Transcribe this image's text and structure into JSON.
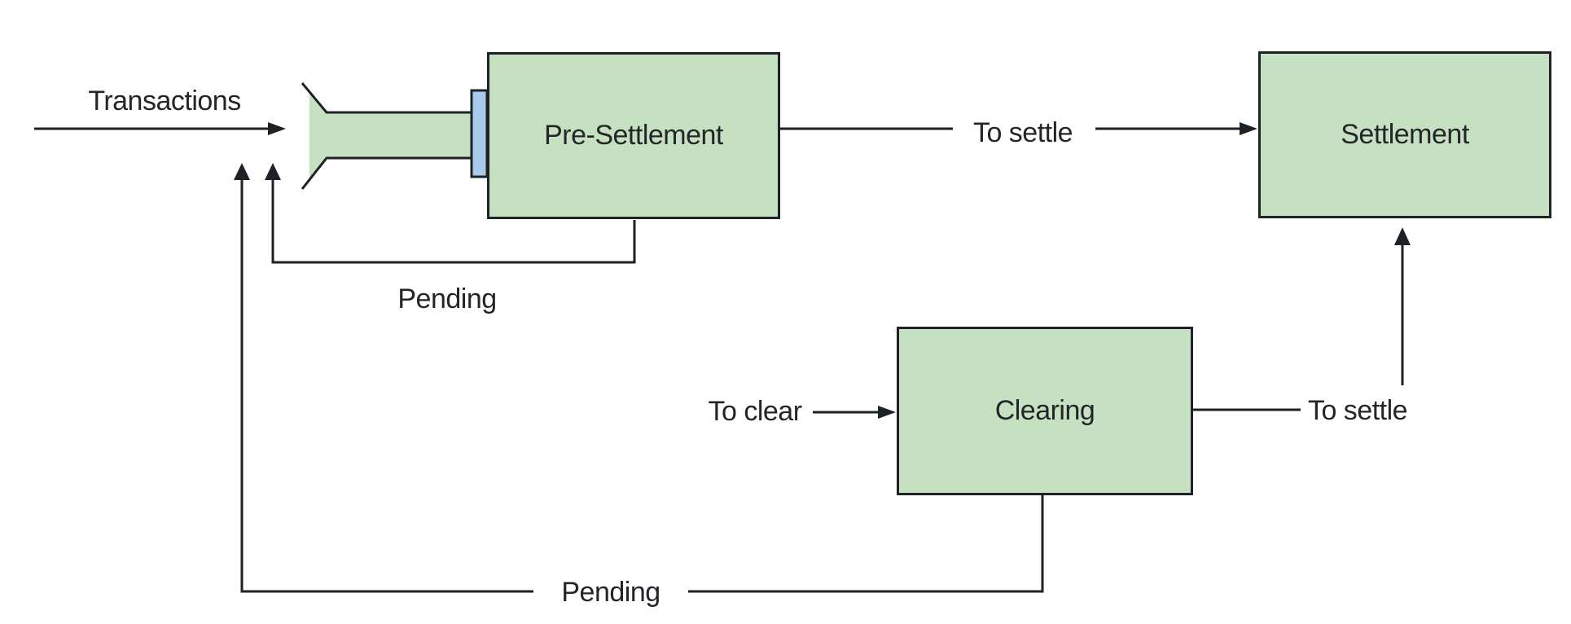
{
  "diagram": {
    "colors": {
      "background": "#ffffff",
      "node_fill": "#c6e1c2",
      "node_border": "#1e2126",
      "connector": "#1e2126",
      "slot_fill": "#a9cbea",
      "text": "#242528"
    },
    "nodes": [
      {
        "id": "pre_settlement",
        "label": "Pre-Settlement"
      },
      {
        "id": "settlement",
        "label": "Settlement"
      },
      {
        "id": "clearing",
        "label": "Clearing"
      }
    ],
    "icons": [
      {
        "name": "funnel-icon",
        "meaning": "intake funnel feeding transactions into Pre-Settlement"
      },
      {
        "name": "slot-bar-icon",
        "meaning": "blue input slot on Pre-Settlement box"
      }
    ],
    "edge_labels": {
      "transactions": "Transactions",
      "to_settle_top": "To settle",
      "pending_upper": "Pending",
      "to_clear": "To clear",
      "to_settle_right": "To settle",
      "pending_lower": "Pending"
    }
  }
}
